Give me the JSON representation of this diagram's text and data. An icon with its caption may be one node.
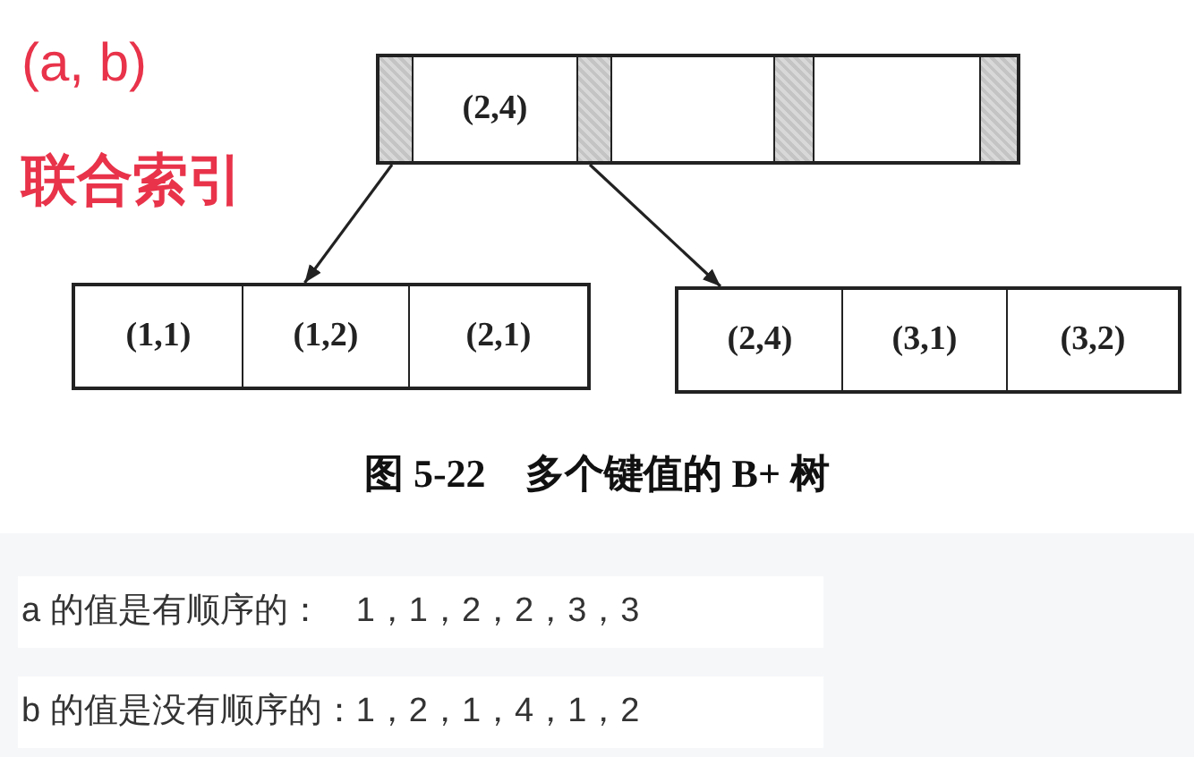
{
  "diagram": {
    "caption": "图 5-22　多个键值的 B+ 树",
    "nodes": [
      {
        "text": [],
        "shape": "box"
      },
      {
        "text": [],
        "shape": "bar",
        "in": 0
      },
      {
        "text": [
          "(2,4)"
        ],
        "in": 0
      },
      {
        "text": [],
        "shape": "bar",
        "in": 0
      },
      {
        "text": [],
        "shape": "box",
        "in": 0
      },
      {
        "text": [],
        "shape": "bar",
        "in": 0
      },
      {
        "text": [],
        "shape": "box",
        "in": 0
      },
      {
        "text": [],
        "shape": "bar",
        "in": 0
      },
      {
        "text": [],
        "shape": "box"
      },
      {
        "text": [
          "(1,1)"
        ],
        "in": 8
      },
      {
        "text": [
          "(1,2)"
        ],
        "in": 8
      },
      {
        "text": [
          "(2,1)"
        ],
        "in": 8
      },
      {
        "text": [],
        "shape": "box"
      },
      {
        "text": [
          "(2,4)"
        ],
        "in": 12
      },
      {
        "text": [
          "(3,1)"
        ],
        "in": 12
      },
      {
        "text": [
          "(3,2)"
        ],
        "in": 12
      }
    ],
    "edges": [
      {
        "from": 1,
        "to": 10,
        "arrow": "to"
      },
      {
        "from": 3,
        "to": 13,
        "arrow": "to"
      }
    ],
    "labels": [
      "(a, b)",
      "联合索引",
      "a 的值是有顺序的：　1，1，2，2，3，3",
      "b 的值是没有顺序的：1，2，1，4，1，2"
    ]
  }
}
